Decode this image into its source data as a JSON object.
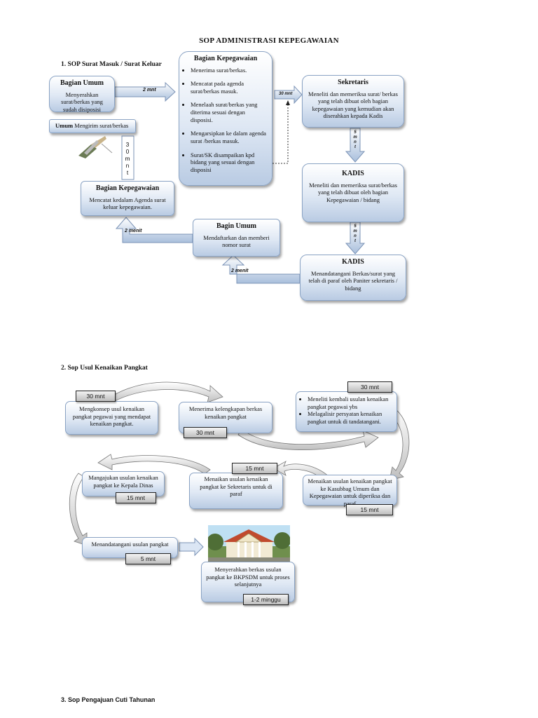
{
  "title": "SOP ADMINISTRASI KEPEGAWAIAN",
  "section1": {
    "heading": "1.   SOP Surat Masuk / Surat Keluar",
    "bagian_umum": {
      "title": "Bagian Umum",
      "text": "Menyerahkan surat/berkas yang sudah disiposisi"
    },
    "umum_kirim": {
      "bold": "Umum",
      "text": " Mengirim surat/berkas"
    },
    "bagian_kepegawaian_top": {
      "title": "Bagian Kepegawaian",
      "items": [
        "Menerima surat/berkas.",
        "Mencatat pada agenda surat/berkas masuk.",
        "Menelaah surat/berkas yang diterima sesuai dengan disposisi.",
        "Mengarsipkan ke dalam agenda surat /berkas masuk.",
        "Surat/SK disampaikan kpd bidang yang sesuai dengan disposisi"
      ]
    },
    "sekretaris": {
      "title": "Sekretaris",
      "text": "Meneliti dan memeriksa surat/ berkas yang telah dibuat oleh bagian kepegawaian yang kemudian akan diserahkan kepada Kadis"
    },
    "kadis1": {
      "title": "KADIS",
      "text": "Meneliti dan memeriksa surat/berkas yang telah dibuat oleh bagian Kepegawaian / bidang"
    },
    "kadis2": {
      "title": "KADIS",
      "text": "Menandatangani Berkas/surat yang telah di paraf oleh Paniter sekretaris / bidang"
    },
    "bagian_kepegawaian_bottom": {
      "title": "Bagian Kepegawaian",
      "text": "Mencatat kedalam Agenda surat keluar kepegawaian."
    },
    "bagin_umum": {
      "title": "Bagin Umum",
      "text": "Mendaftarkan dan memberi nomor surat"
    },
    "labels": {
      "two_mnt": "2 mnt",
      "thirty_mnt": "30 mnt",
      "vert_30": [
        "3",
        "0",
        "m",
        "n",
        "t"
      ],
      "vert_5a": [
        "5",
        "m",
        "n",
        "t"
      ],
      "vert_5b": [
        "5",
        "m",
        "n",
        "t"
      ],
      "two_menit_a": "2 menit",
      "two_menit_b": "2 menit"
    }
  },
  "section2": {
    "heading": "2.   Sop Usul Kenaikan Pangkat",
    "boxes": [
      {
        "text": "Mengkonsep usul kenaikan pangkat pegawai yang mendapat kenaikan pangkat.",
        "time": "30 mnt"
      },
      {
        "text": "Menerima kelengkapan berkas kenaikan pangkat",
        "time": "30 mnt"
      },
      {
        "items": [
          "Meneliti kembali usulan kenaikan pangkat pegawai ybs",
          "Melagalisir persyatan kenaikan pangkat untuk di tandatangani."
        ],
        "time": "30 mnt"
      },
      {
        "text": "Menaikan usulan kenaikan pangkat ke Kasubbag Umum dan Kepegawaian untuk diperiksa dan paraf",
        "time": "15 mnt"
      },
      {
        "text": "Menaikan usulan kenaikan pangkat ke Sekretaris untuk di paraf",
        "time": "15 mnt"
      },
      {
        "text": "Mangajukan usulan kenaikan pangkat ke Kepala Dinas",
        "time": "15 mnt"
      },
      {
        "text": "Menandatangani usulan pangkat",
        "time": "5 mnt"
      },
      {
        "text": "Menyerahkan berkas usulan pangkat ke BKPSDM untuk proses selanjutnya",
        "time": "1-2 minggu"
      }
    ]
  },
  "section3": {
    "heading": "3.   Sop Pengajuan Cuti Tahunan"
  }
}
